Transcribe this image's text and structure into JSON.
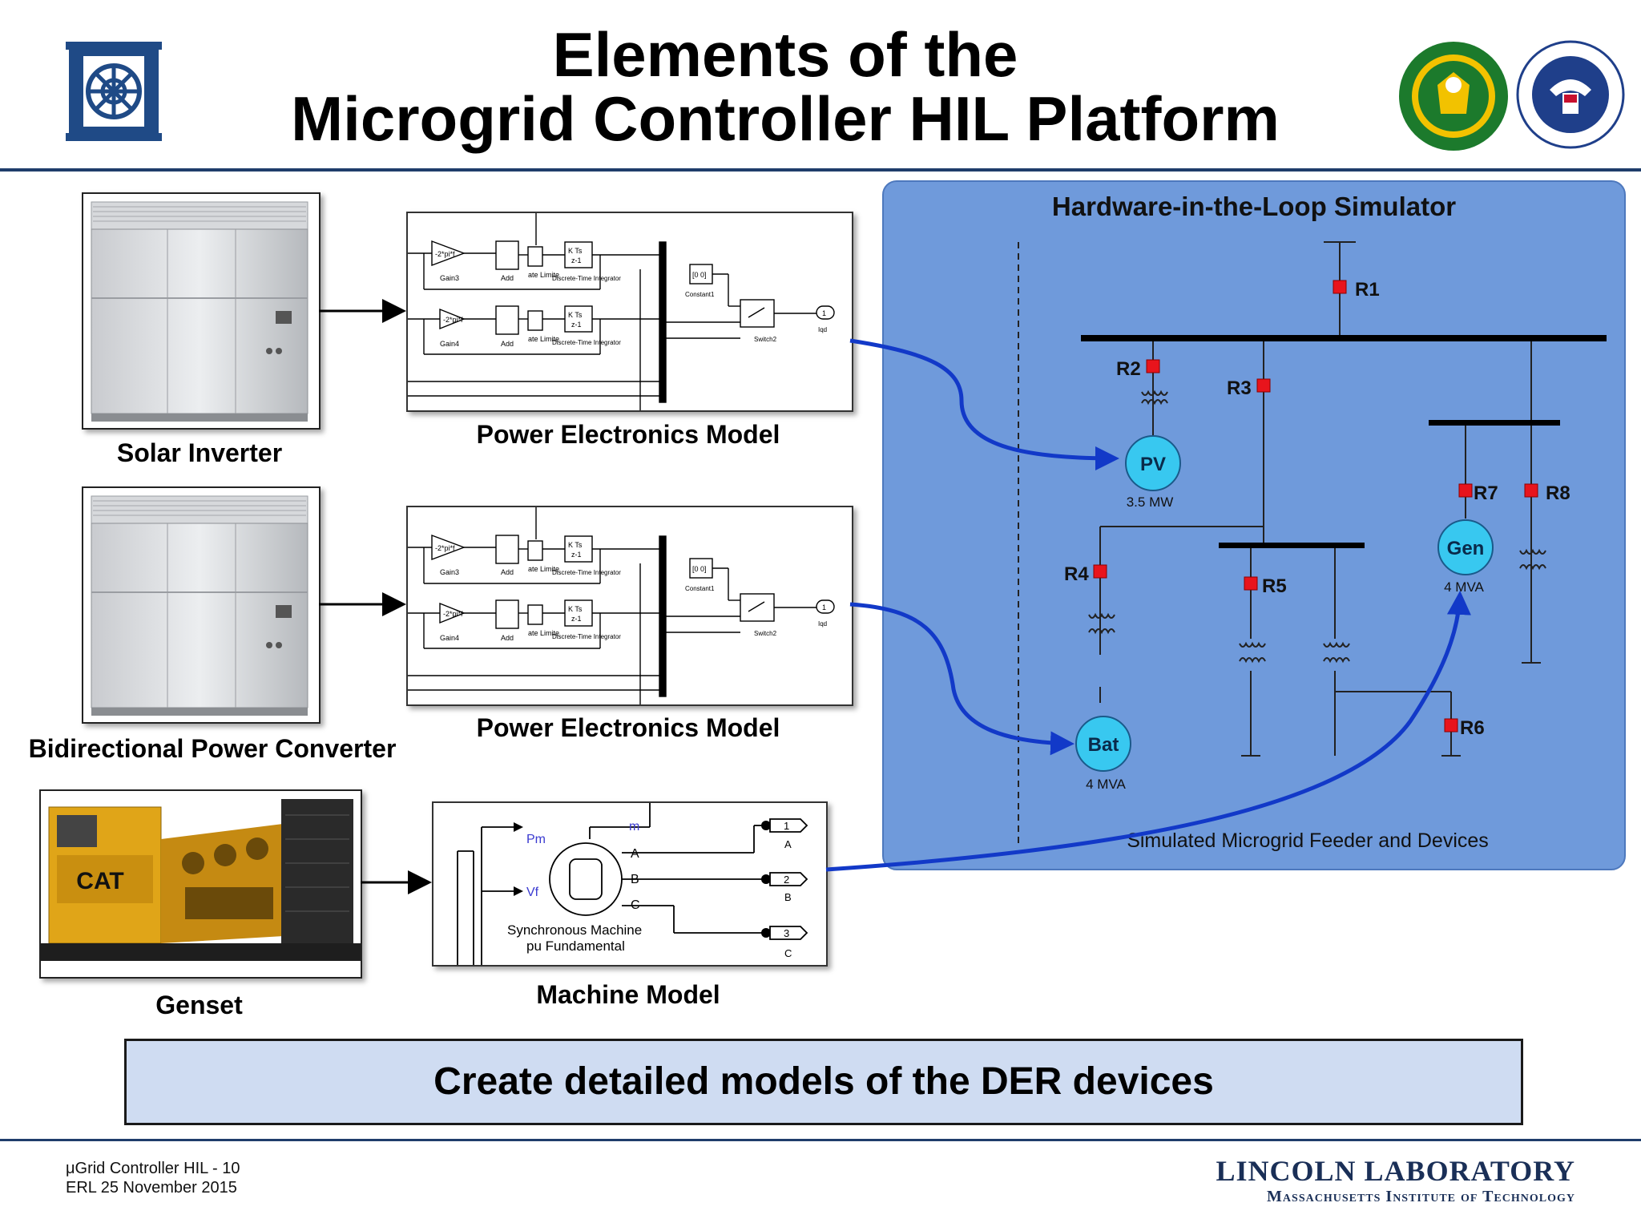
{
  "header": {
    "title_line1": "Elements of the",
    "title_line2": "Microgrid Controller HIL Platform"
  },
  "left": {
    "solar_inverter_label": "Solar Inverter",
    "bidirectional_label": "Bidirectional Power Converter",
    "genset_label": "Genset",
    "genset_brand": "CAT",
    "pe_model_label_1": "Power Electronics Model",
    "pe_model_label_2": "Power Electronics Model",
    "machine_model_label": "Machine Model"
  },
  "pe_block": {
    "gain_a": "Gain3",
    "gain_b": "Gain4",
    "gain_value": "-2*pi*f",
    "add": "Add",
    "limiter": "ate Limite",
    "integrator": "Discrete-Time Integrator",
    "kts": "K Ts",
    "z1": "z-1",
    "constant": "Constant1",
    "constant_val": "[0 0]",
    "switch": "Switch2",
    "out_port": "1",
    "out_label": "Iqd"
  },
  "machine_block": {
    "pm": "Pm",
    "vf": "Vf",
    "m": "m",
    "a": "A",
    "b": "B",
    "c": "C",
    "name1": "Synchronous Machine",
    "name2": "pu Fundamental",
    "ports": [
      "1",
      "2",
      "3"
    ],
    "port_labels": [
      "A",
      "B",
      "C"
    ]
  },
  "hil": {
    "title": "Hardware-in-the-Loop Simulator",
    "footer": "Simulated Microgrid Feeder and Devices",
    "relays": [
      "R1",
      "R2",
      "R3",
      "R4",
      "R5",
      "R6",
      "R7",
      "R8"
    ],
    "devices": {
      "pv": {
        "label": "PV",
        "rating": "3.5 MW"
      },
      "bat": {
        "label": "Bat",
        "rating": "4 MVA"
      },
      "gen": {
        "label": "Gen",
        "rating": "4 MVA"
      }
    }
  },
  "callout": "Create detailed models of the DER devices",
  "footer": {
    "line1": "μGrid Controller HIL - 10",
    "line2": "ERL 25 November 2015",
    "lab": "LINCOLN LABORATORY",
    "lab_sub": "Massachusetts Institute of Technology"
  },
  "colors": {
    "rule": "#1f3d6b",
    "hil_bg": "#6f9adb",
    "device_fill": "#38c8f0",
    "relay": "#e8141c",
    "arrow": "#1239c8",
    "callout_bg": "#cfdcf2"
  }
}
